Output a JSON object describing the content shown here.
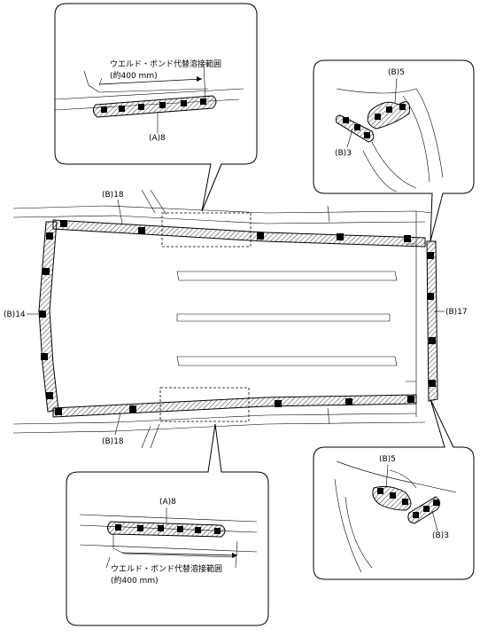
{
  "labels": {
    "top_roof_rail": "(B)18",
    "bottom_roof_rail": "(B)18",
    "left_front_header": "(B)14",
    "right_rear_header": "(B)17",
    "callout_top_left_code": "(A)8",
    "callout_top_left_text_line1": "ウエルド・ボンド代替溶接範囲",
    "callout_top_left_text_line2": "(約400 mm)",
    "callout_bottom_left_code": "(A)8",
    "callout_bottom_left_text_line1": "ウエルド・ボンド代替溶接範囲",
    "callout_bottom_left_text_line2": "(約400 mm)",
    "callout_top_right_code_a": "(B)5",
    "callout_top_right_code_b": "(B)3",
    "callout_bottom_right_code_a": "(B)5",
    "callout_bottom_right_code_b": "(B)3"
  },
  "colors": {
    "line": "#000000",
    "background": "#ffffff"
  }
}
